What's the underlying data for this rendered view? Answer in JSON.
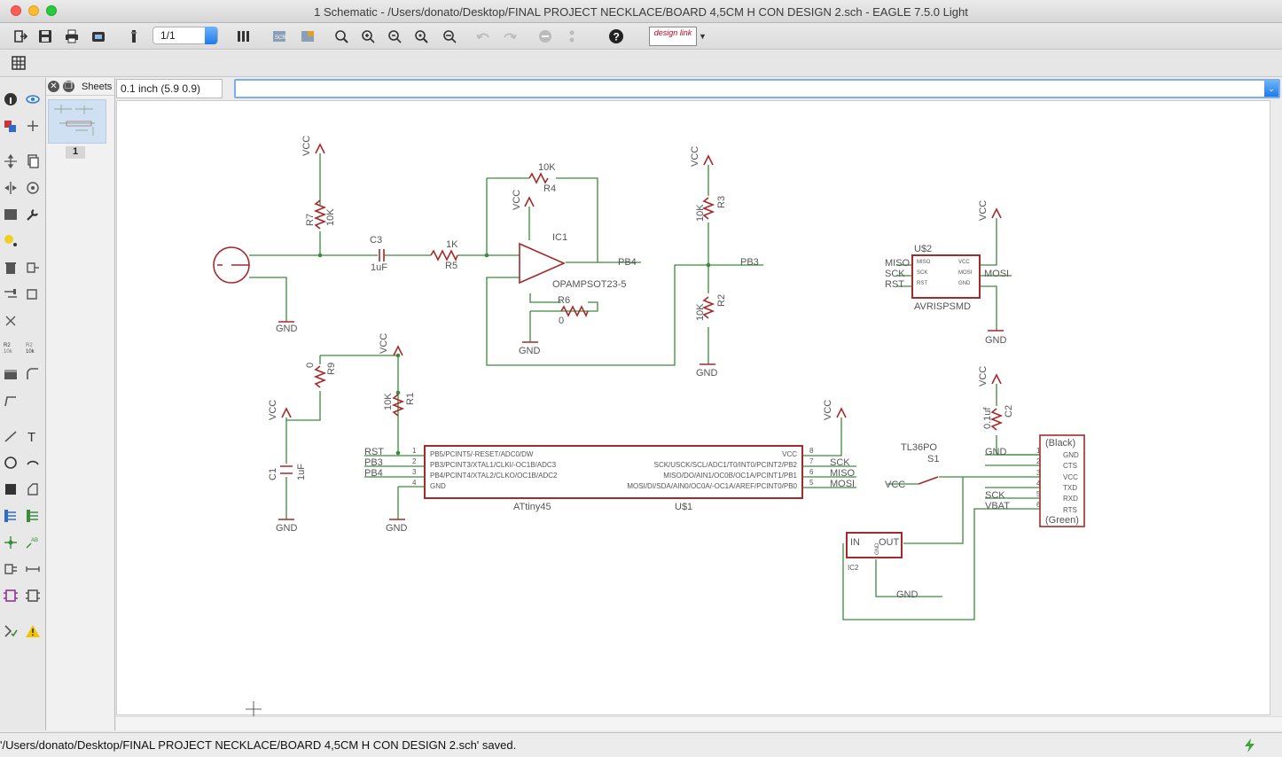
{
  "window": {
    "title": "1 Schematic - /Users/donato/Desktop/FINAL PROJECT NECKLACE/BOARD 4,5CM H CON DESIGN 2.sch - EAGLE 7.5.0 Light"
  },
  "toolbar": {
    "sheet_value": "1/1",
    "design_link_label": "design link",
    "icons": [
      "open-icon",
      "save-icon",
      "print-icon",
      "cam-icon",
      "script-icon",
      "sheet-select",
      "ulp-icon",
      "scr-icon",
      "board-icon",
      "zoom-fit-icon",
      "zoom-in-icon",
      "zoom-out-icon",
      "zoom-redraw-icon",
      "zoom-select-icon",
      "undo-icon",
      "redo-icon",
      "stop-icon",
      "go-icon",
      "help-icon",
      "design-link-icon"
    ]
  },
  "row2": {
    "grid_icon": "grid-icon"
  },
  "sheets_panel": {
    "title": "Sheets",
    "sheet_number": "1"
  },
  "command": {
    "coordinate": "0.1 inch (5.9 0.9)",
    "input_value": ""
  },
  "schematic": {
    "color_wire": "#3c8a3c",
    "color_part": "#a52a2a",
    "labels": {
      "vcc": "VCC",
      "gnd": "GND",
      "r7": "R7",
      "r7v": "10K",
      "c3": "C3",
      "c3v": "1uF",
      "r5v": "1K",
      "r5": "R5",
      "r4v": "10K",
      "r4": "R4",
      "ic1": "IC1",
      "opamp": "OPAMPSOT23-5",
      "pb4": "PB4",
      "pb3": "PB3",
      "r6": "R6",
      "r6v": "0",
      "r3": "R3",
      "r3v": "10K",
      "r2": "R2",
      "r2v": "10K",
      "u2": "U$2",
      "avr": "AVRISPSMD",
      "miso": "MISO",
      "sck": "SCK",
      "rst": "RST",
      "mosi": "MOSI",
      "r9": "R9",
      "r9v": "0",
      "r1": "R1",
      "r1v": "10K",
      "c1": "C1",
      "c1v": "1uF",
      "attiny": "ATtiny45",
      "u1": "U$1",
      "attiny_left": [
        "PB5/PCINT5/-RESET/ADC0/DW",
        "PB3/PCINT3/XTAL1/CLKI/-OC1B/ADC3",
        "PB4/PCINT4/XTAL2/CLKO/OC1B/ADC2",
        "GND"
      ],
      "attiny_right": [
        "VCC",
        "SCK/USCK/SCL/ADC1/T0/INT0/PCINT2/PB2",
        "MISO/DO/AIN1/OC0B/OC1A/PCINT1/PB1",
        "MOSI/DI/SDA/AIN0/OC0A/-OC1A/AREF/PCINT0/PB0"
      ],
      "pins_left": [
        "1",
        "2",
        "3",
        "4"
      ],
      "pins_right": [
        "8",
        "7",
        "6",
        "5"
      ],
      "rst_net": "RST",
      "pb3_net": "PB3",
      "pb4_net": "PB4",
      "sck_net": "SCK",
      "miso_net": "MISO",
      "mosi_net": "MOSI",
      "c2": "C2",
      "c2v": "0.1uf",
      "tl36": "TL36PO",
      "s1": "S1",
      "ftdi_top": "(Black)",
      "ftdi_bottom": "(Green)",
      "ftdi_pins": [
        "GND",
        "CTS",
        "VCC",
        "TXD",
        "RXD",
        "RTS"
      ],
      "ftdi_nums": [
        "1",
        "2",
        "3",
        "4",
        "5",
        "6"
      ],
      "vbat": "VBAT",
      "ic2": "IC2",
      "in": "IN",
      "out": "OUT",
      "gnd_small": "GND"
    }
  },
  "status": {
    "message": "'/Users/donato/Desktop/FINAL PROJECT NECKLACE/BOARD 4,5CM H CON DESIGN 2.sch' saved."
  }
}
